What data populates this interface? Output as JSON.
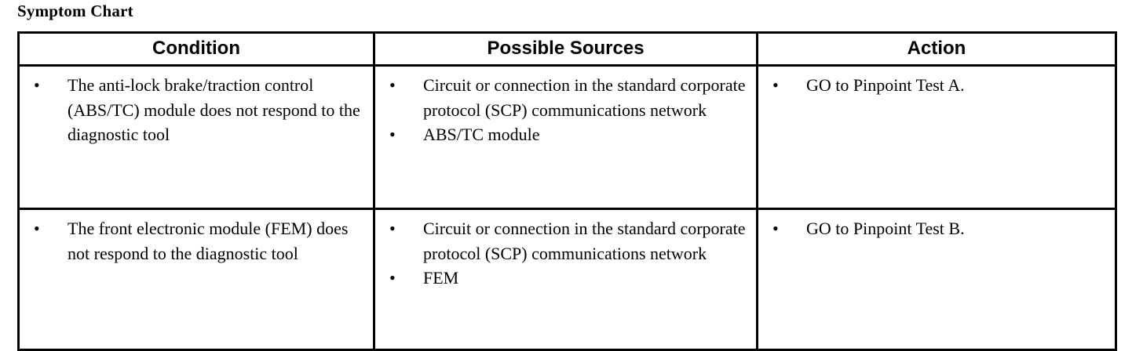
{
  "document": {
    "title": "Symptom Chart"
  },
  "table": {
    "headers": [
      {
        "label": "Condition"
      },
      {
        "label": "Possible Sources"
      },
      {
        "label": "Action"
      }
    ],
    "rows": [
      {
        "condition": [
          "The anti-lock brake/traction control (ABS/TC) module does not respond to the diagnostic tool"
        ],
        "possible_sources": [
          "Circuit or connection in the standard corporate protocol (SCP) communications network",
          "ABS/TC module"
        ],
        "action": [
          "GO to Pinpoint Test A."
        ]
      },
      {
        "condition": [
          "The front electronic module (FEM) does not respond to the diagnostic tool"
        ],
        "possible_sources": [
          "Circuit or connection in the standard corporate protocol (SCP) communications network",
          "FEM"
        ],
        "action": [
          "GO to Pinpoint Test B."
        ]
      }
    ]
  },
  "symbols": {
    "bullet": "•"
  },
  "colors": {
    "background": "#ffffff",
    "text": "#000000",
    "border": "#000000"
  }
}
